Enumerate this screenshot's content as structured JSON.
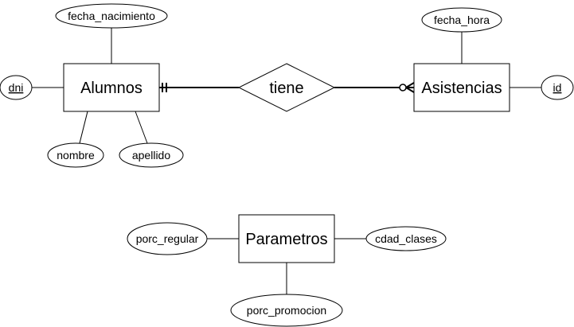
{
  "entities": {
    "alumnos": "Alumnos",
    "asistencias": "Asistencias",
    "parametros": "Parametros"
  },
  "relationships": {
    "tiene": "tiene"
  },
  "attributes": {
    "alumnos": {
      "key": "dni",
      "fecha_nacimiento": "fecha_nacimiento",
      "nombre": "nombre",
      "apellido": "apellido"
    },
    "asistencias": {
      "key": "id",
      "fecha_hora": "fecha_hora"
    },
    "parametros": {
      "porc_regular": "porc_regular",
      "cdad_clases": "cdad_clases",
      "porc_promocion": "porc_promocion"
    }
  },
  "cardinality": {
    "alumnos_side": "one-and-only-one",
    "asistencias_side": "zero-or-many"
  }
}
